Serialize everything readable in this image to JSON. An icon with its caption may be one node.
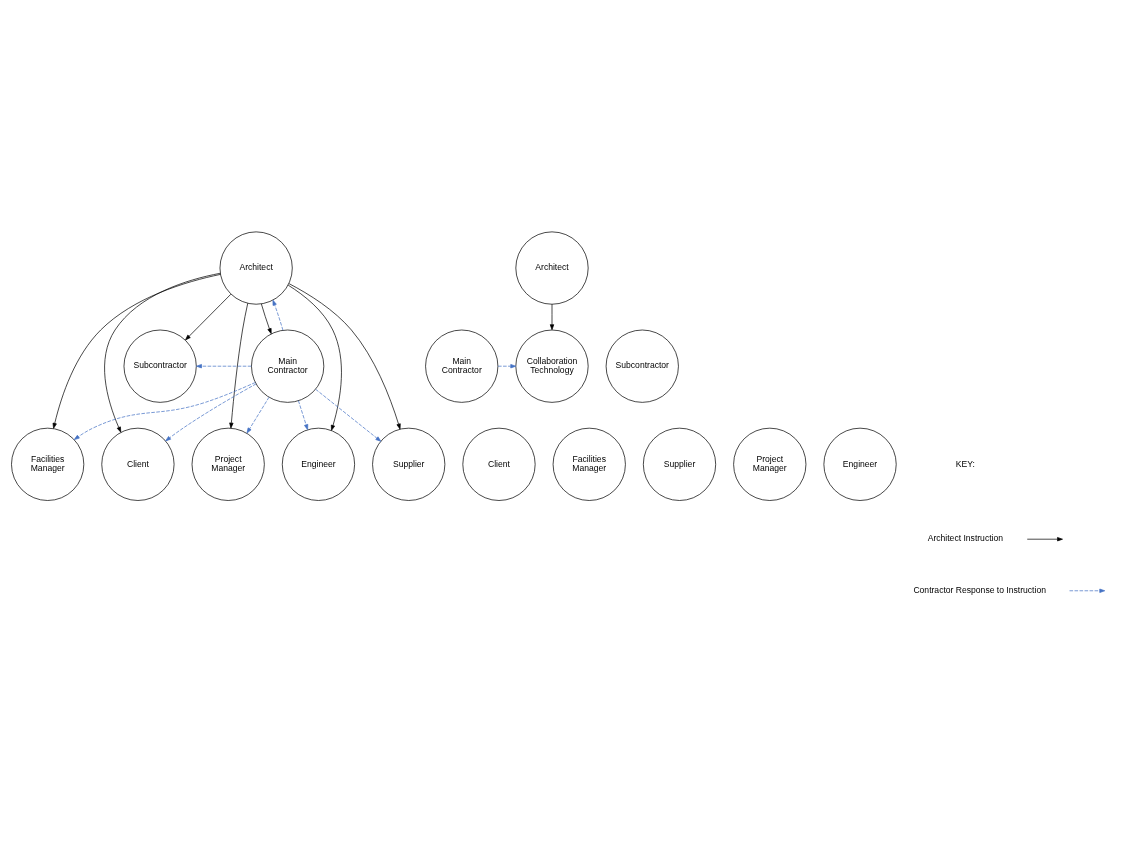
{
  "diagram": {
    "nodes": [
      {
        "text": [
          "Architect"
        ]
      },
      {
        "text": [
          "Client"
        ]
      },
      {
        "text": [
          "Facilities Manager"
        ]
      },
      {
        "text": [
          "Subcontractor"
        ]
      },
      {
        "text": [
          "Main Contractor"
        ]
      },
      {
        "text": [
          "Supplier"
        ]
      },
      {
        "text": [
          "Project Manager"
        ]
      },
      {
        "text": [
          "Engineer"
        ]
      },
      {
        "text": [
          "Architect"
        ]
      },
      {
        "text": [
          "Client"
        ]
      },
      {
        "text": [
          "Facilities Manager"
        ]
      },
      {
        "text": [
          "Subcontractor"
        ]
      },
      {
        "text": [
          "Collaboration Technology"
        ]
      },
      {
        "text": [
          "Main Contractor"
        ]
      },
      {
        "text": [
          "Supplier"
        ]
      },
      {
        "text": [
          "Project Manager"
        ]
      },
      {
        "text": [
          "Engineer"
        ]
      }
    ],
    "edges": [
      {
        "from": 0,
        "to": 1,
        "arrow": "to"
      },
      {
        "from": 0,
        "to": 2,
        "arrow": "to"
      },
      {
        "from": 0,
        "to": 3,
        "arrow": "to"
      },
      {
        "from": 0,
        "to": 4,
        "arrow": "to"
      },
      {
        "from": 0,
        "to": 5,
        "arrow": "to"
      },
      {
        "from": 0,
        "to": 7,
        "arrow": "to"
      },
      {
        "from": 0,
        "to": 6,
        "arrow": "to"
      },
      {
        "from": 4,
        "to": 0,
        "arrow": "to",
        "style": "dashed",
        "color": "#4472c4"
      },
      {
        "from": 4,
        "to": 1,
        "arrow": "to",
        "style": "dashed",
        "color": "#4472c4"
      },
      {
        "from": 4,
        "to": 2,
        "arrow": "to",
        "style": "dashed",
        "color": "#4472c4"
      },
      {
        "from": 4,
        "to": 3,
        "arrow": "to",
        "style": "dashed",
        "color": "#4472c4"
      },
      {
        "from": 4,
        "to": 5,
        "arrow": "to",
        "style": "dashed",
        "color": "#4472c4"
      },
      {
        "from": 4,
        "to": 7,
        "arrow": "to",
        "style": "dashed",
        "color": "#4472c4"
      },
      {
        "from": 4,
        "to": 6,
        "arrow": "to",
        "style": "dashed",
        "color": "#4472c4"
      },
      {
        "from": 8,
        "to": 12,
        "arrow": "to"
      },
      {
        "from": 13,
        "to": 12,
        "arrow": "to",
        "style": "dashed",
        "color": "#4472c4"
      }
    ],
    "labels": [
      "KEY:"
    ],
    "legend": [
      {
        "text": "Architect Instruction"
      },
      {
        "text": "Contractor Response to Instruction"
      }
    ]
  }
}
